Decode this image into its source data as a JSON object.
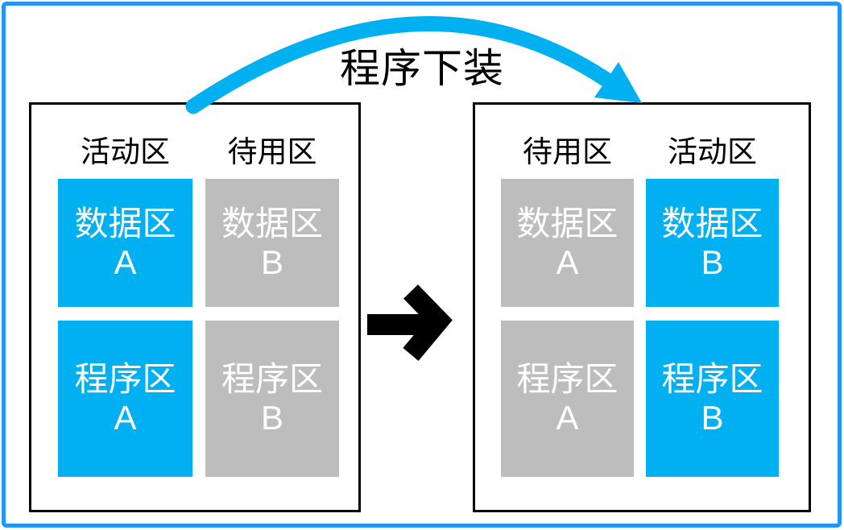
{
  "diagram": {
    "title": "程序下装",
    "colors": {
      "active": "#00B0F0",
      "standby": "#BDBDBD",
      "frame": "#2196F3",
      "ink": "#000000"
    },
    "panels": {
      "before": {
        "columns": [
          {
            "header": "活动区",
            "state": "active",
            "blocks": [
              {
                "name": "数据区",
                "letter": "A"
              },
              {
                "name": "程序区",
                "letter": "A"
              }
            ]
          },
          {
            "header": "待用区",
            "state": "standby",
            "blocks": [
              {
                "name": "数据区",
                "letter": "B"
              },
              {
                "name": "程序区",
                "letter": "B"
              }
            ]
          }
        ]
      },
      "after": {
        "columns": [
          {
            "header": "待用区",
            "state": "standby",
            "blocks": [
              {
                "name": "数据区",
                "letter": "A"
              },
              {
                "name": "程序区",
                "letter": "A"
              }
            ]
          },
          {
            "header": "活动区",
            "state": "active",
            "blocks": [
              {
                "name": "数据区",
                "letter": "B"
              },
              {
                "name": "程序区",
                "letter": "B"
              }
            ]
          }
        ]
      }
    }
  }
}
